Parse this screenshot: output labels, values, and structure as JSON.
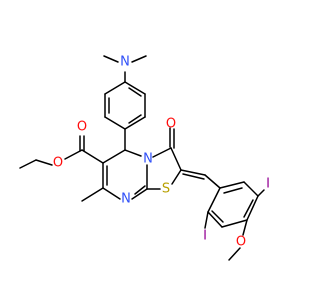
{
  "molecule": {
    "atom_labels": {
      "amine_n": "N",
      "ester_o_carbonyl": "O",
      "ester_o_link": "O",
      "ketone_o": "O",
      "ring_n_top": "N",
      "ring_n_bottom": "N",
      "sulfur": "S",
      "iodine_right": "I",
      "iodine_left": "I",
      "methoxy_o": "O"
    },
    "label_colors": {
      "N": "#3050F8",
      "O": "#FF0D0D",
      "S": "#B8A000",
      "I": "#940094"
    }
  }
}
